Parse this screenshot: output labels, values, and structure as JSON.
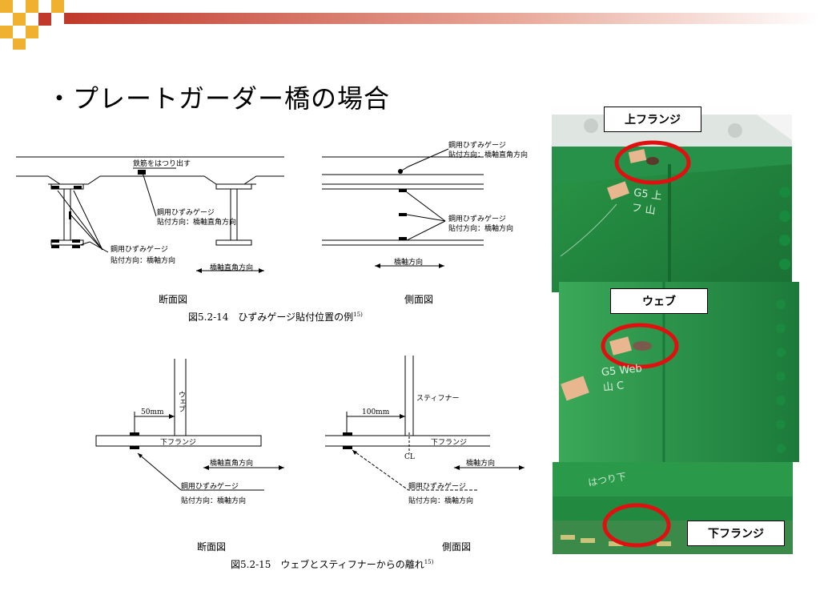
{
  "title": "・プレートガーダー橋の場合",
  "fig1": {
    "label_chip": "鉄筋をはつり出す",
    "label_gauge": "鋼用ひずみゲージ",
    "label_dir_perp": "貼付方向：橋軸直角方向",
    "label_dir_axis": "貼付方向：橋軸方向",
    "arrow_perp": "橋軸直角方向",
    "arrow_axis": "橋軸方向",
    "sub_left": "断面図",
    "sub_right": "側面図",
    "caption": "図5.2-14　ひずみゲージ貼付位置の例",
    "caption_ref": "15)"
  },
  "fig2": {
    "web": "ウェブ",
    "stiffener": "スティフナー",
    "dist_left": "50mm",
    "dist_right": "100mm",
    "lower_flange": "下フランジ",
    "cl": "CL",
    "arrow_perp": "橋軸直角方向",
    "arrow_axis": "橋軸方向",
    "label_gauge": "鋼用ひずみゲージ",
    "label_dir_axis": "貼付方向：橋軸方向",
    "sub_left": "断面図",
    "sub_right": "側面図",
    "caption": "図5.2-15　ウェブとスティフナーからの離れ",
    "caption_ref": "15)"
  },
  "photos": {
    "upper_flange": "上フランジ",
    "web": "ウェブ",
    "lower_flange": "下フランジ",
    "handwriting_1": "G5 上フ 山",
    "handwriting_2": "G5 Web 山 C",
    "handwriting_3": "はつり下",
    "colors": {
      "steel_green": "#1f8a3e",
      "marker_red": "#e01010"
    }
  }
}
